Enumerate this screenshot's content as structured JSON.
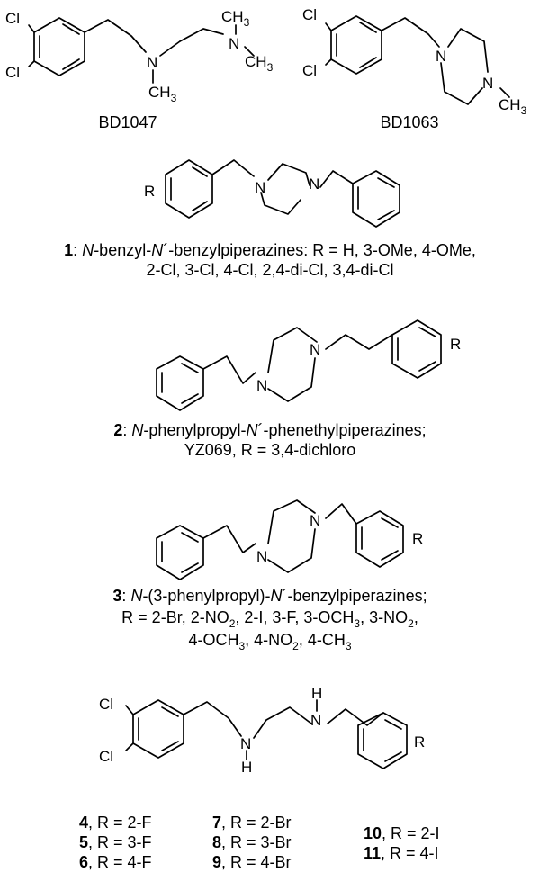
{
  "atoms": {
    "cl": "Cl",
    "n": "N",
    "h": "H",
    "ch3": "CH",
    "three": "3",
    "r": "R"
  },
  "compounds": {
    "bd1047": {
      "name": "BD1047"
    },
    "bd1063": {
      "name": "BD1063"
    }
  },
  "series1": {
    "num": "1",
    "colon": ": ",
    "n1": "N",
    "mid": "-benzyl-",
    "n2": "N",
    "rest": "´-benzylpiperazines: R =  H, 3-OMe, 4-OMe,",
    "line2": "2-Cl, 3-Cl, 4-Cl, 2,4-di-Cl, 3,4-di-Cl"
  },
  "series2": {
    "num": "2",
    "colon": ": ",
    "n1": "N",
    "mid": "-phenylpropyl-",
    "n2": "N",
    "rest": "´-phenethylpiperazines;",
    "line2": "YZ069, R = 3,4-dichloro"
  },
  "series3": {
    "num": "3",
    "colon": ": ",
    "n1": "N",
    "mid": "-(3-phenylpropyl)-",
    "n2": "N",
    "rest": "´-benzylpiperazines;",
    "line2": [
      "R = 2-Br, 2-NO",
      "2",
      ", 2-I, 3-F, 3-OCH",
      "3",
      ", 3-NO",
      "2",
      ","
    ],
    "line3": [
      "4-OCH",
      "3",
      ", 4-NO",
      "2",
      ", 4-CH",
      "3"
    ]
  },
  "series4": {
    "entries": [
      {
        "num": "4",
        "text": ", R = 2-F"
      },
      {
        "num": "5",
        "text": ", R = 3-F"
      },
      {
        "num": "6",
        "text": ", R = 4-F"
      },
      {
        "num": "7",
        "text": ", R = 2-Br"
      },
      {
        "num": "8",
        "text": ", R = 3-Br"
      },
      {
        "num": "9",
        "text": ", R = 4-Br"
      },
      {
        "num": "10",
        "text": ", R = 2-I"
      },
      {
        "num": "11",
        "text": ", R = 4-I"
      }
    ]
  }
}
